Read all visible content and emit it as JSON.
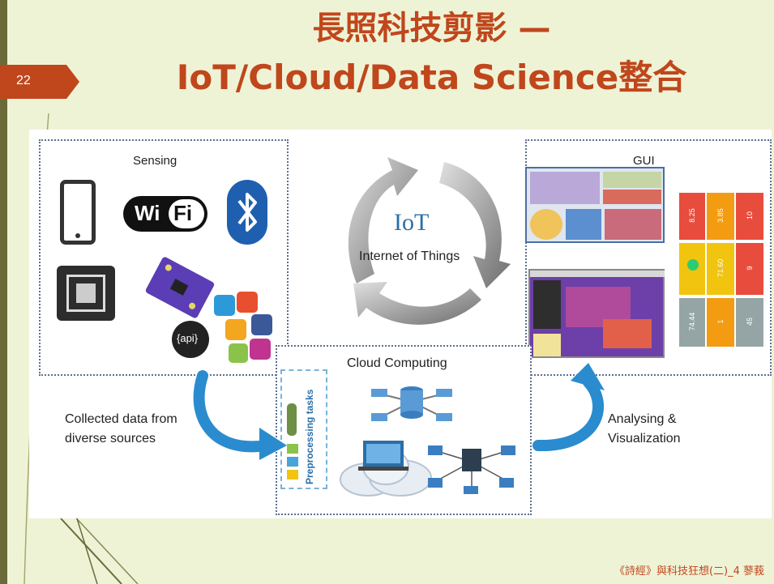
{
  "slide": {
    "page_number": "22",
    "title_line1": "長照科技剪影 —",
    "title_line2": "IoT/Cloud/Data Science整合",
    "footer": "《詩經》與科技狂想(二)_4 蓼莪"
  },
  "diagram": {
    "sensing_label": "Sensing",
    "wifi_text_left": "Wi",
    "wifi_text_right": "Fi",
    "api_text": "{api}",
    "iot_label": "IoT",
    "iot_sub": "Internet of Things",
    "gui_label": "GUI",
    "cloud_label": "Cloud Computing",
    "preprocessing_label": "Preprocessing tasks",
    "collected_line1": "Collected data from",
    "collected_line2": "diverse sources",
    "analysing_line1": "Analysing &",
    "analysing_line2": "Visualization",
    "dashboard_values": [
      "8.25",
      "3.85",
      "10",
      "71.60",
      "9",
      "74.44",
      "1",
      "45"
    ]
  },
  "colors": {
    "title": "#c0461c",
    "page_badge": "#c0461c",
    "arrow_blue": "#2a8ccf",
    "dotted_border": "#5d6f8f"
  }
}
